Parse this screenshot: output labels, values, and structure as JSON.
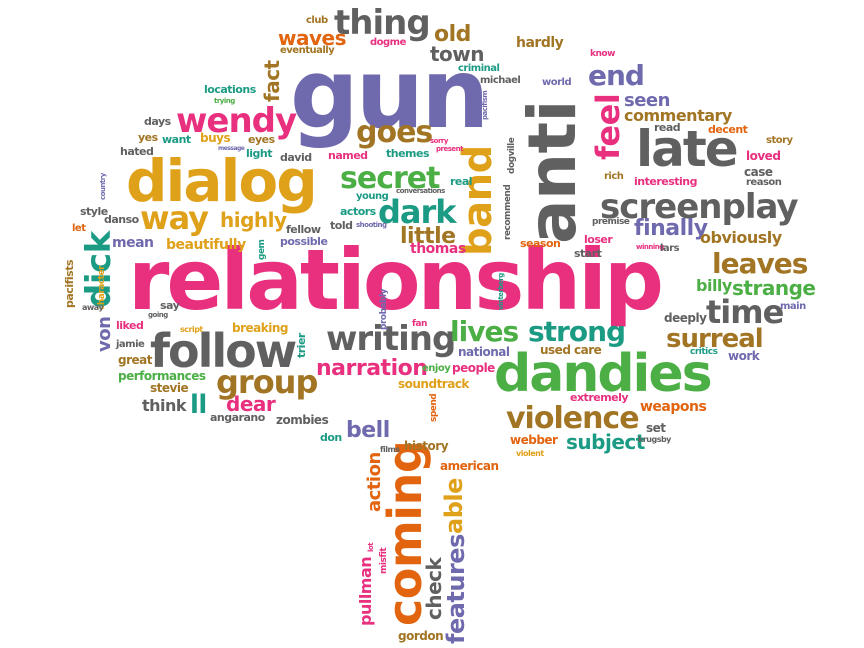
{
  "words": [
    {
      "key": "relationship",
      "text": "relationship",
      "color": "pink"
    },
    {
      "key": "gun",
      "text": "gun",
      "color": "purple"
    },
    {
      "key": "anti",
      "text": "anti",
      "color": "gray"
    },
    {
      "key": "dialog",
      "text": "dialog",
      "color": "yellow"
    },
    {
      "key": "follow",
      "text": "follow",
      "color": "gray"
    },
    {
      "key": "dandies",
      "text": "dandies",
      "color": "green"
    },
    {
      "key": "late",
      "text": "late",
      "color": "gray"
    },
    {
      "key": "coming",
      "text": "coming",
      "color": "orange"
    },
    {
      "key": "screenplay",
      "text": "screenplay",
      "color": "gray"
    },
    {
      "key": "band",
      "text": "band",
      "color": "yellow"
    },
    {
      "key": "secret",
      "text": "secret",
      "color": "green"
    },
    {
      "key": "wendy",
      "text": "wendy",
      "color": "pink"
    },
    {
      "key": "writing",
      "text": "writing",
      "color": "gray"
    },
    {
      "key": "violence",
      "text": "violence",
      "color": "brown"
    },
    {
      "key": "thing",
      "text": "thing",
      "color": "gray"
    },
    {
      "key": "group",
      "text": "group",
      "color": "brown"
    },
    {
      "key": "way",
      "text": "way",
      "color": "yellow"
    },
    {
      "key": "dark",
      "text": "dark",
      "color": "teal"
    },
    {
      "key": "goes",
      "text": "goes",
      "color": "brown"
    },
    {
      "key": "feel",
      "text": "feel",
      "color": "pink"
    },
    {
      "key": "time",
      "text": "time",
      "color": "gray"
    },
    {
      "key": "strong",
      "text": "strong",
      "color": "teal"
    },
    {
      "key": "lives",
      "text": "lives",
      "color": "green"
    },
    {
      "key": "leaves",
      "text": "leaves",
      "color": "brown"
    },
    {
      "key": "surreal",
      "text": "surreal",
      "color": "brown"
    },
    {
      "key": "dick",
      "text": "dick",
      "color": "teal"
    },
    {
      "key": "narration",
      "text": "narration",
      "color": "pink"
    },
    {
      "key": "end",
      "text": "end",
      "color": "purple"
    },
    {
      "key": "finally",
      "text": "finally",
      "color": "purple"
    },
    {
      "key": "little",
      "text": "little",
      "color": "brown"
    },
    {
      "key": "features",
      "text": "features",
      "color": "purple"
    },
    {
      "key": "able",
      "text": "able",
      "color": "yellow"
    },
    {
      "key": "highly",
      "text": "highly",
      "color": "yellow"
    },
    {
      "key": "subject",
      "text": "subject",
      "color": "teal"
    },
    {
      "key": "strange",
      "text": "strange",
      "color": "green"
    },
    {
      "key": "waves",
      "text": "waves",
      "color": "orange"
    },
    {
      "key": "old",
      "text": "old",
      "color": "brown"
    },
    {
      "key": "town",
      "text": "town",
      "color": "gray"
    },
    {
      "key": "seen",
      "text": "seen",
      "color": "purple"
    },
    {
      "key": "commentary",
      "text": "commentary",
      "color": "brown"
    },
    {
      "key": "dear",
      "text": "dear",
      "color": "pink"
    },
    {
      "key": "bell",
      "text": "bell",
      "color": "purple"
    },
    {
      "key": "check",
      "text": "check",
      "color": "gray"
    },
    {
      "key": "action",
      "text": "action",
      "color": "orange"
    },
    {
      "key": "pullman",
      "text": "pullman",
      "color": "pink"
    },
    {
      "key": "fact",
      "text": "fact",
      "color": "brown"
    },
    {
      "key": "obviously",
      "text": "obviously",
      "color": "brown"
    },
    {
      "key": "von",
      "text": "von",
      "color": "purple"
    },
    {
      "key": "ll",
      "text": "ll",
      "color": "teal"
    },
    {
      "key": "think",
      "text": "think",
      "color": "gray"
    },
    {
      "key": "thomas",
      "text": "thomas",
      "color": "pink"
    },
    {
      "key": "hardly",
      "text": "hardly",
      "color": "brown"
    },
    {
      "key": "billy",
      "text": "billy",
      "color": "green"
    },
    {
      "key": "weapons",
      "text": "weapons",
      "color": "orange"
    },
    {
      "key": "mean",
      "text": "mean",
      "color": "purple"
    },
    {
      "key": "beautifully",
      "text": "beautifully",
      "color": "yellow"
    },
    {
      "key": "performances",
      "text": "performances",
      "color": "green"
    },
    {
      "key": "breaking",
      "text": "breaking",
      "color": "yellow"
    },
    {
      "key": "american",
      "text": "american",
      "color": "orange"
    },
    {
      "key": "history",
      "text": "history",
      "color": "brown"
    },
    {
      "key": "gordon",
      "text": "gordon",
      "color": "brown"
    },
    {
      "key": "soundtrack",
      "text": "soundtrack",
      "color": "yellow"
    },
    {
      "key": "people",
      "text": "people",
      "color": "pink"
    },
    {
      "key": "enjoy",
      "text": "enjoy",
      "color": "green"
    },
    {
      "key": "national",
      "text": "national",
      "color": "purple"
    },
    {
      "key": "used",
      "text": "used",
      "color": "brown"
    },
    {
      "key": "care",
      "text": "care",
      "color": "brown"
    },
    {
      "key": "deeply",
      "text": "deeply",
      "color": "gray"
    },
    {
      "key": "critics",
      "text": "critics",
      "color": "teal"
    },
    {
      "key": "work",
      "text": "work",
      "color": "purple"
    },
    {
      "key": "extremely",
      "text": "extremely",
      "color": "pink"
    },
    {
      "key": "set",
      "text": "set",
      "color": "gray"
    },
    {
      "key": "webber",
      "text": "webber",
      "color": "orange"
    },
    {
      "key": "krugsby",
      "text": "krugsby",
      "color": "gray"
    },
    {
      "key": "violent",
      "text": "violent",
      "color": "yellow"
    },
    {
      "key": "films",
      "text": "films",
      "color": "gray"
    },
    {
      "key": "don",
      "text": "don",
      "color": "teal"
    },
    {
      "key": "zombies",
      "text": "zombies",
      "color": "gray"
    },
    {
      "key": "angarano",
      "text": "angarano",
      "color": "gray"
    },
    {
      "key": "stevie",
      "text": "stevie",
      "color": "brown"
    },
    {
      "key": "great",
      "text": "great",
      "color": "brown"
    },
    {
      "key": "jamie",
      "text": "jamie",
      "color": "gray"
    },
    {
      "key": "liked",
      "text": "liked",
      "color": "pink"
    },
    {
      "key": "say",
      "text": "say",
      "color": "gray"
    },
    {
      "key": "going",
      "text": "going",
      "color": "gray"
    },
    {
      "key": "script",
      "text": "script",
      "color": "yellow"
    },
    {
      "key": "pacifists",
      "text": "pacifists",
      "color": "brown"
    },
    {
      "key": "character",
      "text": "character",
      "color": "yellow"
    },
    {
      "key": "away",
      "text": "away",
      "color": "gray"
    },
    {
      "key": "let",
      "text": "let",
      "color": "orange"
    },
    {
      "key": "style",
      "text": "style",
      "color": "gray"
    },
    {
      "key": "danso",
      "text": "danso",
      "color": "gray"
    },
    {
      "key": "country",
      "text": "country",
      "color": "purple"
    },
    {
      "key": "hated",
      "text": "hated",
      "color": "gray"
    },
    {
      "key": "yes",
      "text": "yes",
      "color": "brown"
    },
    {
      "key": "want",
      "text": "want",
      "color": "teal"
    },
    {
      "key": "buys",
      "text": "buys",
      "color": "yellow"
    },
    {
      "key": "days",
      "text": "days",
      "color": "gray"
    },
    {
      "key": "trying",
      "text": "trying",
      "color": "green"
    },
    {
      "key": "locations",
      "text": "locations",
      "color": "teal"
    },
    {
      "key": "eyes",
      "text": "eyes",
      "color": "brown"
    },
    {
      "key": "light",
      "text": "light",
      "color": "teal"
    },
    {
      "key": "message",
      "text": "message",
      "color": "purple"
    },
    {
      "key": "david",
      "text": "david",
      "color": "gray"
    },
    {
      "key": "named",
      "text": "named",
      "color": "pink"
    },
    {
      "key": "themes",
      "text": "themes",
      "color": "teal"
    },
    {
      "key": "young",
      "text": "young",
      "color": "teal"
    },
    {
      "key": "actors",
      "text": "actors",
      "color": "teal"
    },
    {
      "key": "told",
      "text": "told",
      "color": "gray"
    },
    {
      "key": "shooting",
      "text": "shooting",
      "color": "purple"
    },
    {
      "key": "real",
      "text": "real",
      "color": "teal"
    },
    {
      "key": "conversations",
      "text": "conversations",
      "color": "gray"
    },
    {
      "key": "sorry",
      "text": "sorry",
      "color": "pink"
    },
    {
      "key": "present",
      "text": "present",
      "color": "pink"
    },
    {
      "key": "fellow",
      "text": "fellow",
      "color": "gray"
    },
    {
      "key": "possible",
      "text": "possible",
      "color": "purple"
    },
    {
      "key": "gem",
      "text": "gem",
      "color": "teal"
    },
    {
      "key": "probably",
      "text": "probably",
      "color": "purple"
    },
    {
      "key": "trier",
      "text": "trier",
      "color": "teal"
    },
    {
      "key": "fan",
      "text": "fan",
      "color": "pink"
    },
    {
      "key": "club",
      "text": "club",
      "color": "brown"
    },
    {
      "key": "eventually",
      "text": "eventually",
      "color": "brown"
    },
    {
      "key": "dogme",
      "text": "dogme",
      "color": "pink"
    },
    {
      "key": "criminal",
      "text": "criminal",
      "color": "teal"
    },
    {
      "key": "michael",
      "text": "michael",
      "color": "gray"
    },
    {
      "key": "world",
      "text": "world",
      "color": "purple"
    },
    {
      "key": "know",
      "text": "know",
      "color": "pink"
    },
    {
      "key": "pacifism",
      "text": "pacifism",
      "color": "purple"
    },
    {
      "key": "read",
      "text": "read",
      "color": "gray"
    },
    {
      "key": "decent",
      "text": "decent",
      "color": "orange"
    },
    {
      "key": "story",
      "text": "story",
      "color": "brown"
    },
    {
      "key": "loved",
      "text": "loved",
      "color": "pink"
    },
    {
      "key": "case",
      "text": "case",
      "color": "gray"
    },
    {
      "key": "reason",
      "text": "reason",
      "color": "gray"
    },
    {
      "key": "interesting",
      "text": "interesting",
      "color": "pink"
    },
    {
      "key": "rich",
      "text": "rich",
      "color": "brown"
    },
    {
      "key": "premise",
      "text": "premise",
      "color": "gray"
    },
    {
      "key": "loser",
      "text": "loser",
      "color": "pink"
    },
    {
      "key": "winning",
      "text": "winning",
      "color": "pink"
    },
    {
      "key": "lars",
      "text": "lars",
      "color": "gray"
    },
    {
      "key": "start",
      "text": "start",
      "color": "gray"
    },
    {
      "key": "season",
      "text": "season",
      "color": "orange"
    },
    {
      "key": "recommend",
      "text": "recommend",
      "color": "gray"
    },
    {
      "key": "dogville",
      "text": "dogville",
      "color": "gray"
    },
    {
      "key": "vinterberg",
      "text": "vinterberg",
      "color": "teal"
    },
    {
      "key": "misfit",
      "text": "misfit",
      "color": "pink"
    },
    {
      "key": "lot",
      "text": "lot",
      "color": "pink"
    },
    {
      "key": "spend",
      "text": "spend",
      "color": "orange"
    },
    {
      "key": "main",
      "text": "main",
      "color": "purple"
    }
  ]
}
